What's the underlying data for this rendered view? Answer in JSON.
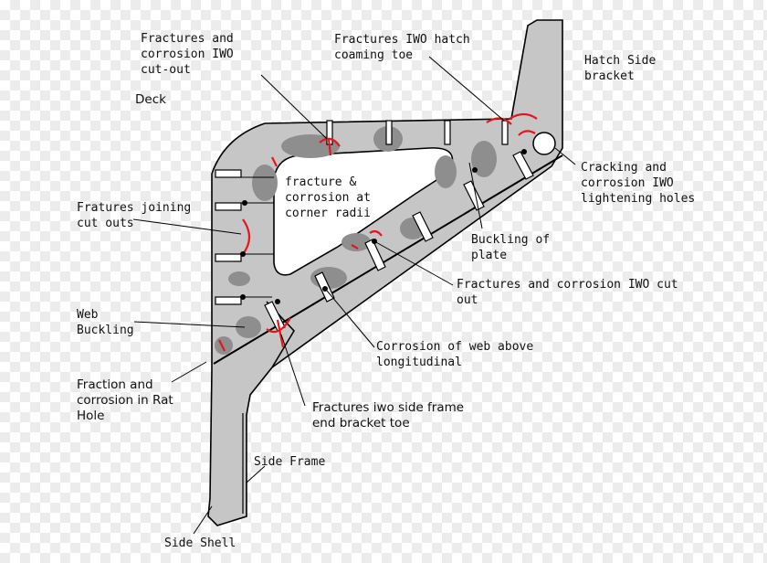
{
  "labels": {
    "fractures_corrosion_cutout": "Fractures and\ncorrosion IWO\ncut-out",
    "fractures_hatch_coaming": "Fractures IWO hatch\ncoaming toe",
    "hatch_side_bracket": "Hatch Side\nbracket",
    "deck": "Deck",
    "fracture_corner_radii": "fracture &\ncorrosion at\ncorner radii",
    "cracking_lightening_holes": "Cracking and\ncorrosion IWO\nlightening holes",
    "fractures_joining_cutouts": "Fratures joining\ncut outs",
    "buckling_of_plate": "Buckling of\nplate",
    "fractures_corrosion_cutout_2": "Fractures and corrosion IWO cut\nout",
    "web_buckling": "Web\nBuckling",
    "corrosion_web_longitudinal": "Corrosion of web above\nlongitudinal",
    "fraction_rat_hole": "Fraction and\ncorrosion in Rat\nHole",
    "fractures_side_frame_bracket": "Fractures iwo side frame\nend bracket toe",
    "side_frame": "Side Frame",
    "side_shell": "Side Shell"
  },
  "colors": {
    "structure_fill": "#c6c6c6",
    "corrosion_patch": "#8e8e8e",
    "fracture_marks": "#e8141c",
    "outline": "#000000"
  }
}
